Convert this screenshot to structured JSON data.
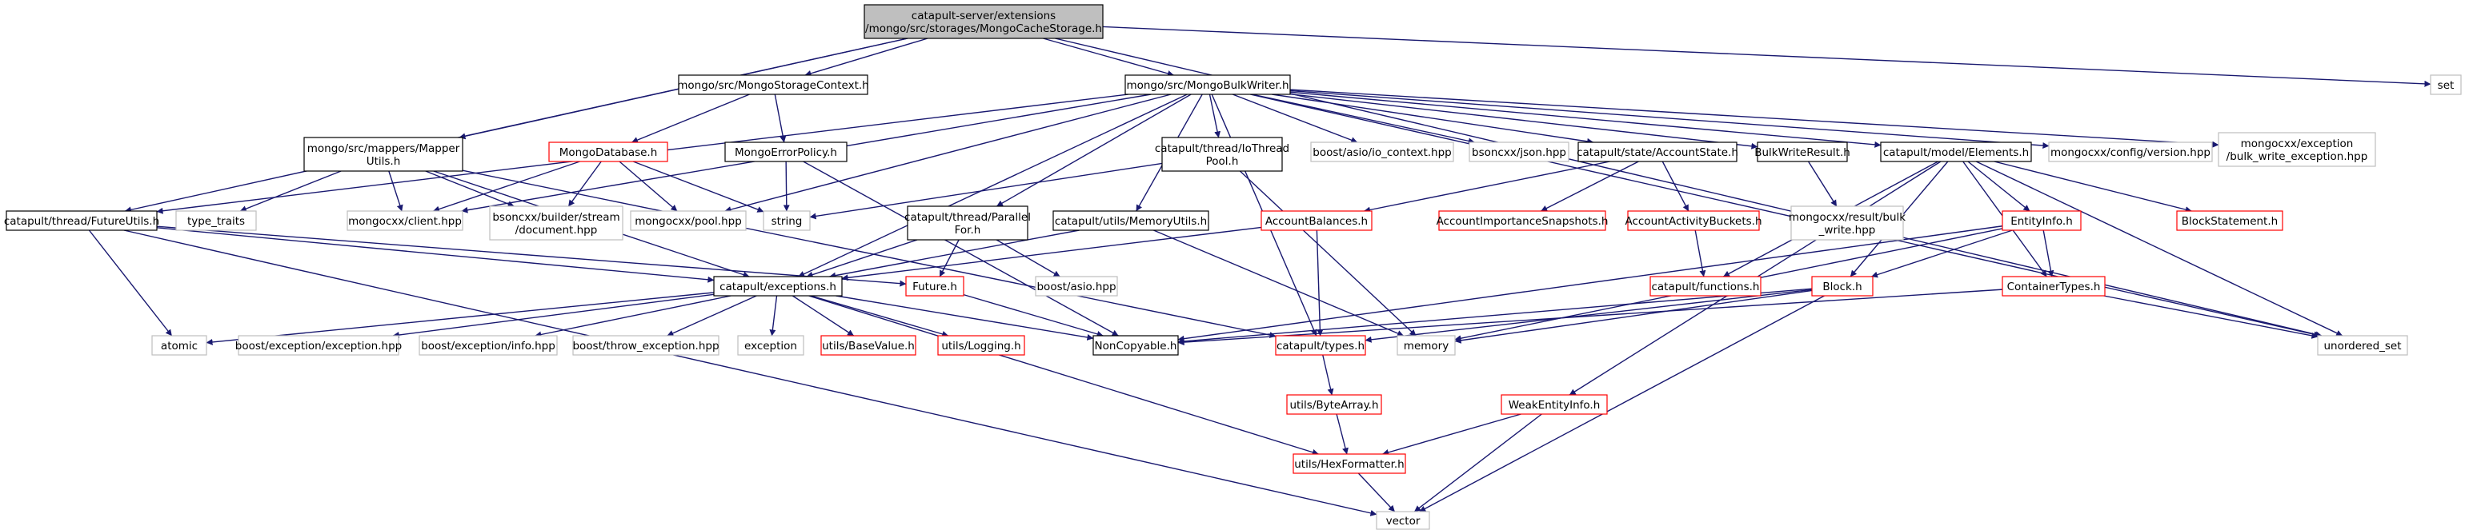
{
  "colors": {
    "edge": "#191970",
    "root_fill": "#bfbfbf",
    "border_black": "#000000",
    "border_red": "#ff0000",
    "border_gray": "#bfbfbf",
    "fill": "#ffffff",
    "text": "#000000"
  },
  "nodes": [
    {
      "id": "root",
      "lines": [
        "catapult-server/extensions",
        "/mongo/src/storages/MongoCacheStorage.h"
      ],
      "style": "root"
    },
    {
      "id": "msc",
      "lines": [
        "mongo/src/MongoStorageContext.h"
      ],
      "style": "black"
    },
    {
      "id": "mbw",
      "lines": [
        "mongo/src/MongoBulkWriter.h"
      ],
      "style": "black"
    },
    {
      "id": "set",
      "lines": [
        "set"
      ],
      "style": "gray"
    },
    {
      "id": "mu",
      "lines": [
        "mongo/src/mappers/Mapper",
        "Utils.h"
      ],
      "style": "black"
    },
    {
      "id": "mdb",
      "lines": [
        "MongoDatabase.h"
      ],
      "style": "red"
    },
    {
      "id": "mep",
      "lines": [
        "MongoErrorPolicy.h"
      ],
      "style": "black"
    },
    {
      "id": "iop",
      "lines": [
        "catapult/thread/IoThread",
        "Pool.h"
      ],
      "style": "black"
    },
    {
      "id": "bioc",
      "lines": [
        "boost/asio/io_context.hpp"
      ],
      "style": "gray"
    },
    {
      "id": "bjson",
      "lines": [
        "bsoncxx/json.hpp"
      ],
      "style": "gray"
    },
    {
      "id": "as",
      "lines": [
        "catapult/state/AccountState.h"
      ],
      "style": "black"
    },
    {
      "id": "bwr",
      "lines": [
        "BulkWriteResult.h"
      ],
      "style": "black"
    },
    {
      "id": "el",
      "lines": [
        "catapult/model/Elements.h"
      ],
      "style": "black"
    },
    {
      "id": "mcv",
      "lines": [
        "mongocxx/config/version.hpp"
      ],
      "style": "gray"
    },
    {
      "id": "mce",
      "lines": [
        "mongocxx/exception",
        "/bulk_write_exception.hpp"
      ],
      "style": "gray"
    },
    {
      "id": "fu",
      "lines": [
        "catapult/thread/FutureUtils.h"
      ],
      "style": "black"
    },
    {
      "id": "tt",
      "lines": [
        "type_traits"
      ],
      "style": "gray"
    },
    {
      "id": "mcc",
      "lines": [
        "mongocxx/client.hpp"
      ],
      "style": "gray"
    },
    {
      "id": "bsd",
      "lines": [
        "bsoncxx/builder/stream",
        "/document.hpp"
      ],
      "style": "gray"
    },
    {
      "id": "mcp",
      "lines": [
        "mongocxx/pool.hpp"
      ],
      "style": "gray"
    },
    {
      "id": "str",
      "lines": [
        "string"
      ],
      "style": "gray"
    },
    {
      "id": "pf",
      "lines": [
        "catapult/thread/Parallel",
        "For.h"
      ],
      "style": "black"
    },
    {
      "id": "mem",
      "lines": [
        "catapult/utils/MemoryUtils.h"
      ],
      "style": "black"
    },
    {
      "id": "ab",
      "lines": [
        "AccountBalances.h"
      ],
      "style": "red"
    },
    {
      "id": "ais",
      "lines": [
        "AccountImportanceSnapshots.h"
      ],
      "style": "red"
    },
    {
      "id": "aab",
      "lines": [
        "AccountActivityBuckets.h"
      ],
      "style": "red"
    },
    {
      "id": "mrb",
      "lines": [
        "mongocxx/result/bulk",
        "_write.hpp"
      ],
      "style": "gray"
    },
    {
      "id": "ei",
      "lines": [
        "EntityInfo.h"
      ],
      "style": "red"
    },
    {
      "id": "bs",
      "lines": [
        "BlockStatement.h"
      ],
      "style": "red"
    },
    {
      "id": "exc",
      "lines": [
        "catapult/exceptions.h"
      ],
      "style": "black"
    },
    {
      "id": "fut",
      "lines": [
        "Future.h"
      ],
      "style": "red"
    },
    {
      "id": "basio",
      "lines": [
        "boost/asio.hpp"
      ],
      "style": "gray"
    },
    {
      "id": "fn",
      "lines": [
        "catapult/functions.h"
      ],
      "style": "red"
    },
    {
      "id": "blk",
      "lines": [
        "Block.h"
      ],
      "style": "red"
    },
    {
      "id": "ct",
      "lines": [
        "ContainerTypes.h"
      ],
      "style": "red"
    },
    {
      "id": "atom",
      "lines": [
        "atomic"
      ],
      "style": "gray"
    },
    {
      "id": "bee",
      "lines": [
        "boost/exception/exception.hpp"
      ],
      "style": "gray"
    },
    {
      "id": "bei",
      "lines": [
        "boost/exception/info.hpp"
      ],
      "style": "gray"
    },
    {
      "id": "bte",
      "lines": [
        "boost/throw_exception.hpp"
      ],
      "style": "gray"
    },
    {
      "id": "exn",
      "lines": [
        "exception"
      ],
      "style": "gray"
    },
    {
      "id": "bv",
      "lines": [
        "utils/BaseValue.h"
      ],
      "style": "red"
    },
    {
      "id": "log",
      "lines": [
        "utils/Logging.h"
      ],
      "style": "red"
    },
    {
      "id": "nc",
      "lines": [
        "NonCopyable.h"
      ],
      "style": "black"
    },
    {
      "id": "ty",
      "lines": [
        "catapult/types.h"
      ],
      "style": "red"
    },
    {
      "id": "memory",
      "lines": [
        "memory"
      ],
      "style": "gray"
    },
    {
      "id": "us",
      "lines": [
        "unordered_set"
      ],
      "style": "gray"
    },
    {
      "id": "ba",
      "lines": [
        "utils/ByteArray.h"
      ],
      "style": "red"
    },
    {
      "id": "wei",
      "lines": [
        "WeakEntityInfo.h"
      ],
      "style": "red"
    },
    {
      "id": "hf",
      "lines": [
        "utils/HexFormatter.h"
      ],
      "style": "red"
    },
    {
      "id": "vec",
      "lines": [
        "vector"
      ],
      "style": "gray"
    }
  ],
  "edges": [
    [
      "root",
      "msc"
    ],
    [
      "root",
      "mbw"
    ],
    [
      "root",
      "set"
    ],
    [
      "root",
      "mu"
    ],
    [
      "root",
      "fu"
    ],
    [
      "root",
      "us"
    ],
    [
      "msc",
      "mdb"
    ],
    [
      "msc",
      "mep"
    ],
    [
      "mbw",
      "fu"
    ],
    [
      "mbw",
      "mcc"
    ],
    [
      "mbw",
      "mcp"
    ],
    [
      "mbw",
      "exc"
    ],
    [
      "mbw",
      "iop"
    ],
    [
      "mbw",
      "pf"
    ],
    [
      "mbw",
      "mem"
    ],
    [
      "mbw",
      "ty"
    ],
    [
      "mbw",
      "bioc"
    ],
    [
      "mbw",
      "bjson"
    ],
    [
      "mbw",
      "as"
    ],
    [
      "mbw",
      "bwr"
    ],
    [
      "mbw",
      "el"
    ],
    [
      "mbw",
      "mcv"
    ],
    [
      "mbw",
      "mce"
    ],
    [
      "mbw",
      "us"
    ],
    [
      "mu",
      "tt"
    ],
    [
      "mu",
      "mcc"
    ],
    [
      "mu",
      "bsd"
    ],
    [
      "mu",
      "exc"
    ],
    [
      "mu",
      "ty"
    ],
    [
      "mdb",
      "mcc"
    ],
    [
      "mdb",
      "bsd"
    ],
    [
      "mdb",
      "mcp"
    ],
    [
      "mdb",
      "str"
    ],
    [
      "mep",
      "str"
    ],
    [
      "mep",
      "nc"
    ],
    [
      "iop",
      "str"
    ],
    [
      "iop",
      "memory"
    ],
    [
      "as",
      "ab"
    ],
    [
      "as",
      "ais"
    ],
    [
      "as",
      "aab"
    ],
    [
      "bwr",
      "mrb"
    ],
    [
      "el",
      "ei"
    ],
    [
      "el",
      "bs"
    ],
    [
      "el",
      "blk"
    ],
    [
      "el",
      "ct"
    ],
    [
      "el",
      "fn"
    ],
    [
      "el",
      "wei"
    ],
    [
      "el",
      "us"
    ],
    [
      "fu",
      "exc"
    ],
    [
      "fu",
      "fut"
    ],
    [
      "fu",
      "atom"
    ],
    [
      "fu",
      "vec"
    ],
    [
      "pf",
      "exc"
    ],
    [
      "pf",
      "fut"
    ],
    [
      "pf",
      "basio"
    ],
    [
      "mem",
      "exc"
    ],
    [
      "mem",
      "memory"
    ],
    [
      "ab",
      "exc"
    ],
    [
      "ab",
      "ty"
    ],
    [
      "aab",
      "fn"
    ],
    [
      "ei",
      "blk"
    ],
    [
      "ei",
      "ct"
    ],
    [
      "ei",
      "nc"
    ],
    [
      "ei",
      "memory"
    ],
    [
      "blk",
      "nc"
    ],
    [
      "blk",
      "ty"
    ],
    [
      "blk",
      "memory"
    ],
    [
      "blk",
      "vec"
    ],
    [
      "ct",
      "nc"
    ],
    [
      "ct",
      "us"
    ],
    [
      "exc",
      "atom"
    ],
    [
      "exc",
      "bee"
    ],
    [
      "exc",
      "bei"
    ],
    [
      "exc",
      "bte"
    ],
    [
      "exc",
      "exn"
    ],
    [
      "exc",
      "bv"
    ],
    [
      "exc",
      "log"
    ],
    [
      "exc",
      "nc"
    ],
    [
      "exc",
      "hf"
    ],
    [
      "fut",
      "nc"
    ],
    [
      "ty",
      "ba"
    ],
    [
      "ba",
      "hf"
    ],
    [
      "wei",
      "hf"
    ],
    [
      "wei",
      "vec"
    ],
    [
      "hf",
      "vec"
    ]
  ]
}
